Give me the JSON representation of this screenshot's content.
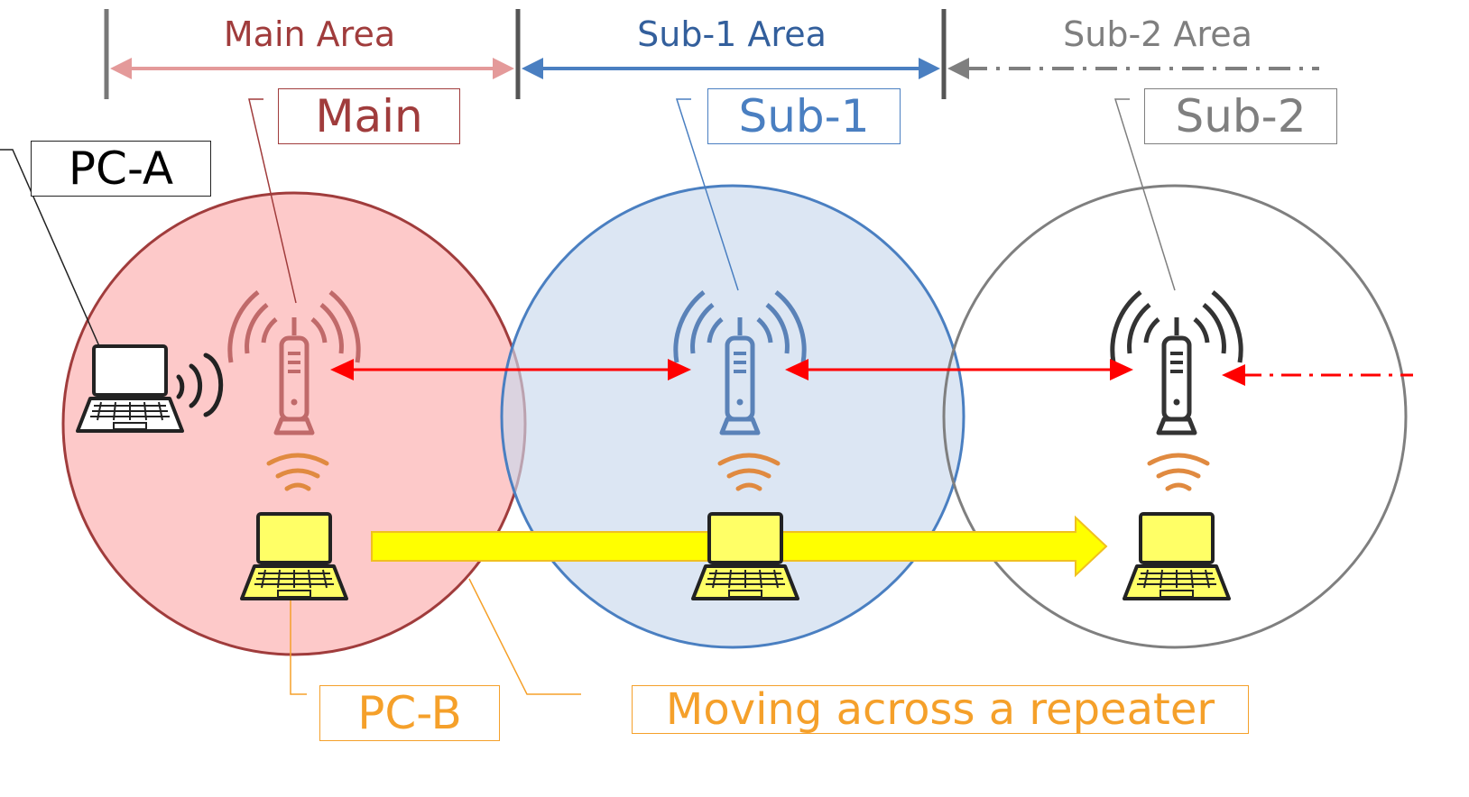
{
  "areas": {
    "main": "Main Area",
    "sub1": "Sub-1 Area",
    "sub2": "Sub-2 Area"
  },
  "devices": {
    "main": "Main",
    "sub1": "Sub-1",
    "sub2": "Sub-2",
    "pc_a": "PC-A",
    "pc_b": "PC-B"
  },
  "caption": "Moving across a repeater",
  "colors": {
    "main": "#a03c3c",
    "sub1": "#4a7fc1",
    "sub2": "#7f7f7f",
    "pc_b": "#f5a02a",
    "link_arrow": "#ff0000",
    "move_arrow": "#ffff00"
  }
}
